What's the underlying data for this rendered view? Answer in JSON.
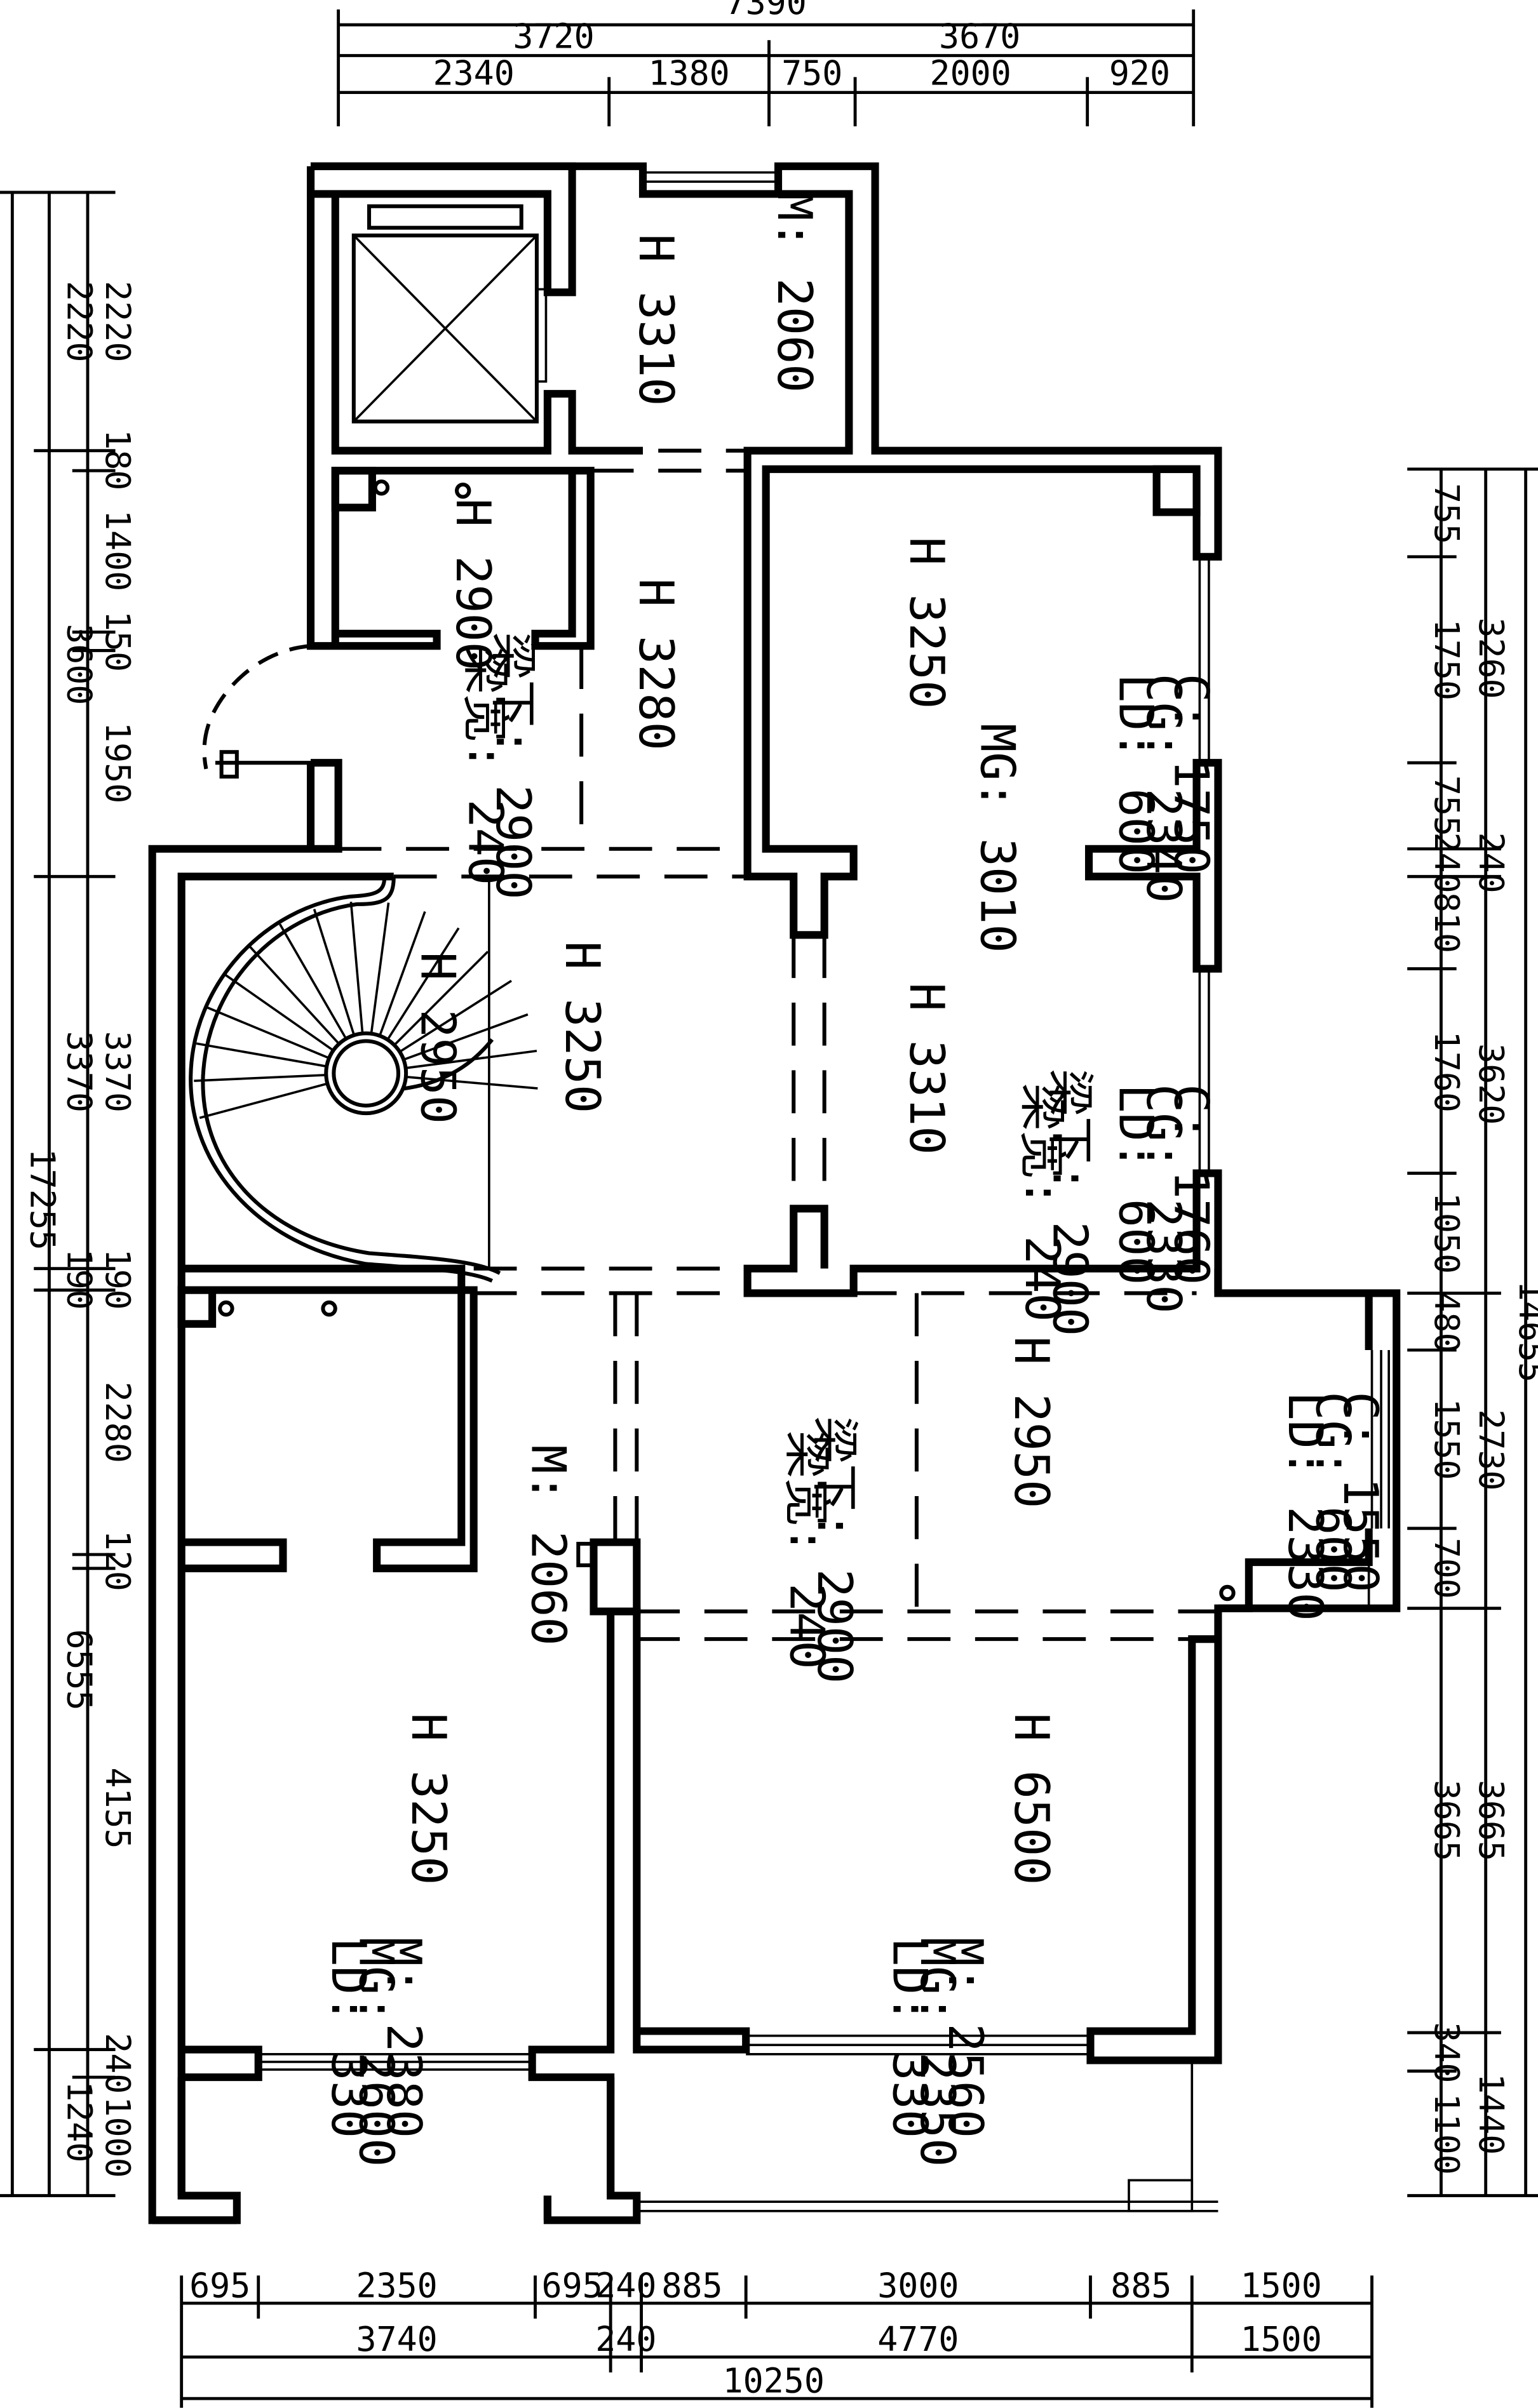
{
  "dimensions": {
    "top_total": "7390",
    "top_mid": [
      "3720",
      "3670"
    ],
    "top_detail": [
      "2340",
      "1380",
      "750",
      "2000",
      "920"
    ],
    "bottom_total": "10250",
    "bottom_mid": [
      "3740",
      "240",
      "4770",
      "1500"
    ],
    "bottom_detail": [
      "695",
      "2350",
      "695",
      "240",
      "885",
      "3000",
      "885",
      "1500"
    ],
    "left_total": "17255",
    "left_mid": [
      "2220",
      "3600",
      "3370",
      "190",
      "6555",
      "1240"
    ],
    "left_detail": [
      "2220",
      "180",
      "1400",
      "150",
      "1950",
      "3370",
      "190",
      "2280",
      "120",
      "4155",
      "240",
      "1000"
    ],
    "right_total": "14655",
    "right_mid": [
      "3260",
      "240",
      "3620",
      "2730",
      "3665",
      "1440"
    ],
    "right_detail": [
      "755",
      "1750",
      "755",
      "240",
      "810",
      "1760",
      "1050",
      "480",
      "1550",
      "700",
      "3665",
      "340",
      "1100"
    ]
  },
  "rooms": {
    "elevator_hall": "H 3310",
    "elevator_door": "M: 2060",
    "small_room": "H 2900",
    "corridor": "H 3280",
    "corridor_beam_1": "梁下: 2900",
    "corridor_beam_2": "梁宽: 240",
    "right_upper": "H 3250",
    "right_upper_win_c": "C: 1750",
    "right_upper_win_cg": "CG: 2340",
    "right_upper_win_ld": "LD: 600",
    "right_upper_mg": "MG: 3010",
    "stair_label": "H 2950",
    "stair_hall": "H 3250",
    "right_mid": "H 3310",
    "right_mid_win_c": "C: 1760",
    "right_mid_win_cg": "CG: 2330",
    "right_mid_win_ld": "LD: 600",
    "right_mid_beam_1": "梁下: 2900",
    "right_mid_beam_2": "梁宽: 240",
    "bay": "H 2950",
    "bay_win_c": "C: 1550",
    "bay_win_cg": "CG: 600",
    "bay_win_ld": "LD: 2330",
    "mid_door": "M: 2060",
    "mid_beam_1": "梁下: 2900",
    "mid_beam_2": "梁宽: 240",
    "lower_left": "H 3250",
    "lower_left_m": "M: 2380",
    "lower_left_mg": "MG: 2600",
    "lower_left_ld": "LD: 330",
    "lower_right": "H 6500",
    "lower_right_m": "M: 2560",
    "lower_right_mg": "MG: 2350",
    "lower_right_ld": "LD: 330"
  }
}
